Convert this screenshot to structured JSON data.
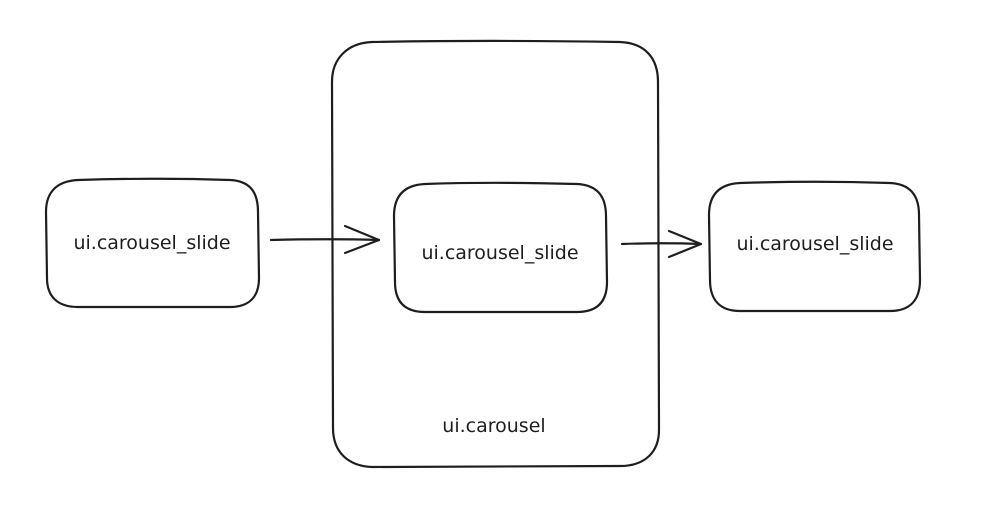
{
  "diagram": {
    "container": {
      "label": "ui.carousel"
    },
    "slides": [
      {
        "label": "ui.carousel_slide"
      },
      {
        "label": "ui.carousel_slide"
      },
      {
        "label": "ui.carousel_slide"
      }
    ],
    "colors": {
      "stroke": "#1e1e1e",
      "background": "#ffffff"
    }
  }
}
